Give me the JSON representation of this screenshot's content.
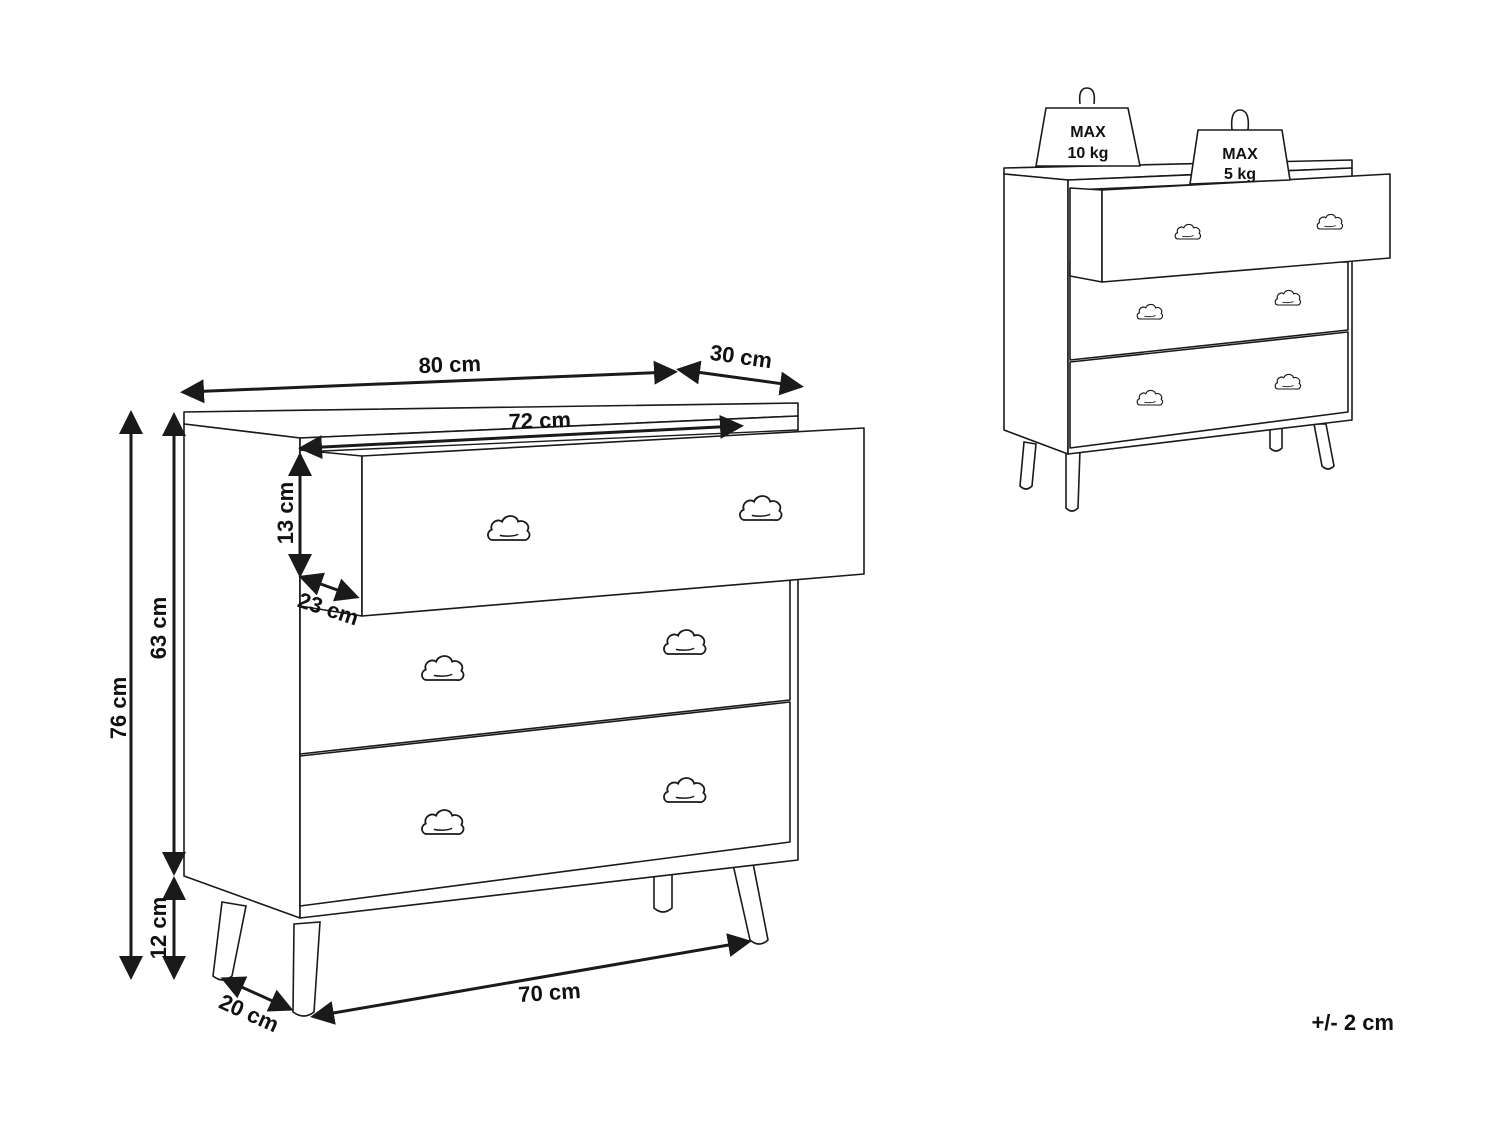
{
  "dimensions": {
    "width": "80 cm",
    "depth": "30 cm",
    "drawer_width": "72 cm",
    "drawer_height": "13 cm",
    "drawer_depth": "23 cm",
    "total_height": "76 cm",
    "body_height": "63 cm",
    "leg_height": "12 cm",
    "leg_depth": "20 cm",
    "leg_span": "70 cm"
  },
  "weights": {
    "top_max": "MAX",
    "top_value": "10 kg",
    "drawer_max": "MAX",
    "drawer_value": "5 kg"
  },
  "tolerance": "+/- 2 cm",
  "icons": [
    "cloud-knob-icon",
    "weight-icon",
    "arrow-icon"
  ]
}
